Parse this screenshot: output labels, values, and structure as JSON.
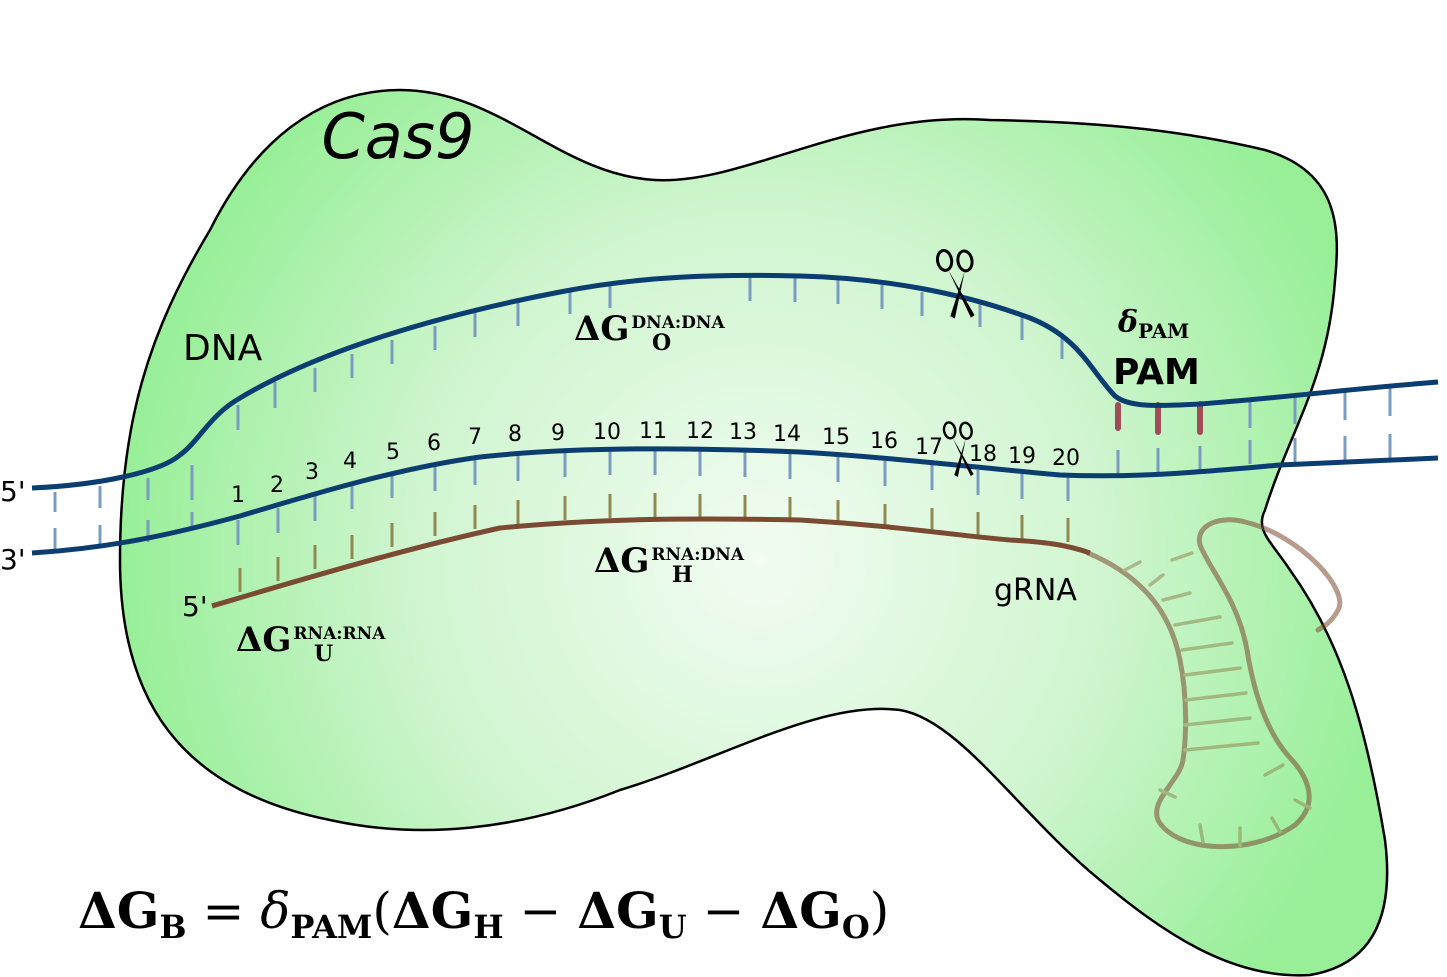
{
  "protein": {
    "label": "Cas9"
  },
  "dna": {
    "label": "DNA",
    "end_5prime": "5'",
    "end_3prime": "3'",
    "energy": {
      "main": "ΔG",
      "sub": "O",
      "sup": "DNA:DNA"
    }
  },
  "pam": {
    "label": "PAM",
    "factor": {
      "main": "δ",
      "sub": "PAM"
    }
  },
  "hybrid": {
    "energy": {
      "main": "ΔG",
      "sub": "H",
      "sup": "RNA:DNA"
    }
  },
  "grna": {
    "label": "gRNA",
    "end_5prime": "5'",
    "energy": {
      "main": "ΔG",
      "sub": "U",
      "sup": "RNA:RNA"
    }
  },
  "positions": [
    "1",
    "2",
    "3",
    "4",
    "5",
    "6",
    "7",
    "8",
    "9",
    "10",
    "11",
    "12",
    "13",
    "14",
    "15",
    "16",
    "17",
    "18",
    "19",
    "20"
  ],
  "equation": {
    "lhs_main": "ΔG",
    "lhs_sub": "B",
    "eq": " = ",
    "delta": "δ",
    "delta_sub": "PAM",
    "open": "(",
    "t1_main": "ΔG",
    "t1_sub": "H",
    "minus1": " − ",
    "t2_main": "ΔG",
    "t2_sub": "U",
    "minus2": " − ",
    "t3_main": "ΔG",
    "t3_sub": "O",
    "close": ")"
  },
  "colors": {
    "dna_strand": "#0b3d70",
    "dna_tick": "#7a9cc0",
    "rna_strand": "#7b4a32",
    "rna_tick": "#8f8a52",
    "pam_tick": "#a04d58",
    "protein_fill_edge": "#9cf09c",
    "protein_fill_center": "#f2fcf2"
  }
}
